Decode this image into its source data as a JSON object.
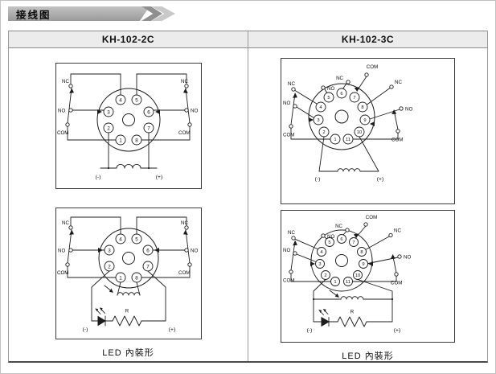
{
  "title": "接线图",
  "colors": {
    "banner_gray": "#a9a9a9",
    "header_bg": "#ececec",
    "line": "#1c1c1c"
  },
  "columns": [
    {
      "header": "KH-102-2C",
      "caption": "LED 內裝形",
      "pins": [
        "1",
        "2",
        "3",
        "4",
        "5",
        "6",
        "7",
        "8"
      ],
      "labels": {
        "nc": "NC",
        "no": "NO",
        "com": "COM",
        "neg": "(-)",
        "pos": "(+)",
        "r": "R"
      }
    },
    {
      "header": "KH-102-3C",
      "caption": "LED 內裝形",
      "pins": [
        "1",
        "2",
        "3",
        "4",
        "5",
        "6",
        "7",
        "8",
        "9",
        "10",
        "11"
      ],
      "labels": {
        "nc": "NC",
        "no": "NO",
        "com": "COM",
        "neg": "(-)",
        "pos": "(+)",
        "r": "R"
      }
    }
  ]
}
